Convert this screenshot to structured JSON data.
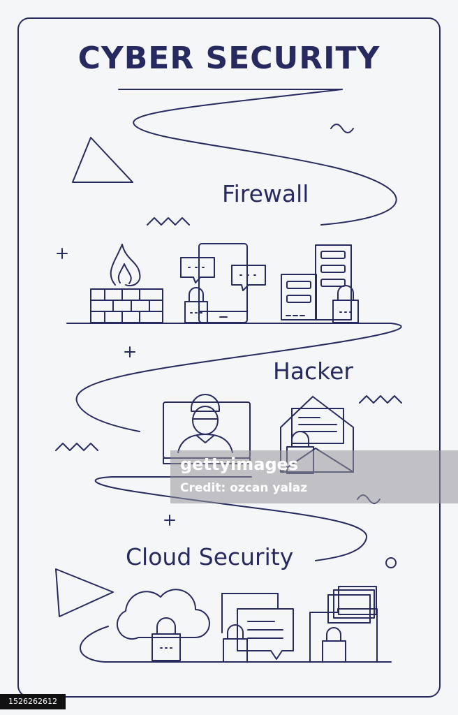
{
  "title": "CYBER SECURITY",
  "sections": [
    {
      "label": "Firewall"
    },
    {
      "label": "Hacker"
    },
    {
      "label": "Cloud Security"
    }
  ],
  "watermark": {
    "brand": "gettyimages",
    "credit": "Credit: ozcan yalaz"
  },
  "stock_id": "1526262612",
  "colors": {
    "line": "#262a5e",
    "background": "#f5f6f8",
    "watermark": "#96969b"
  },
  "icons": [
    "fire-wall-icon",
    "smartphone-chat-icon",
    "server-icon",
    "padlock-icon",
    "hacker-laptop-icon",
    "mail-icon",
    "cloud-icon",
    "chat-document-icon",
    "folder-icon"
  ]
}
